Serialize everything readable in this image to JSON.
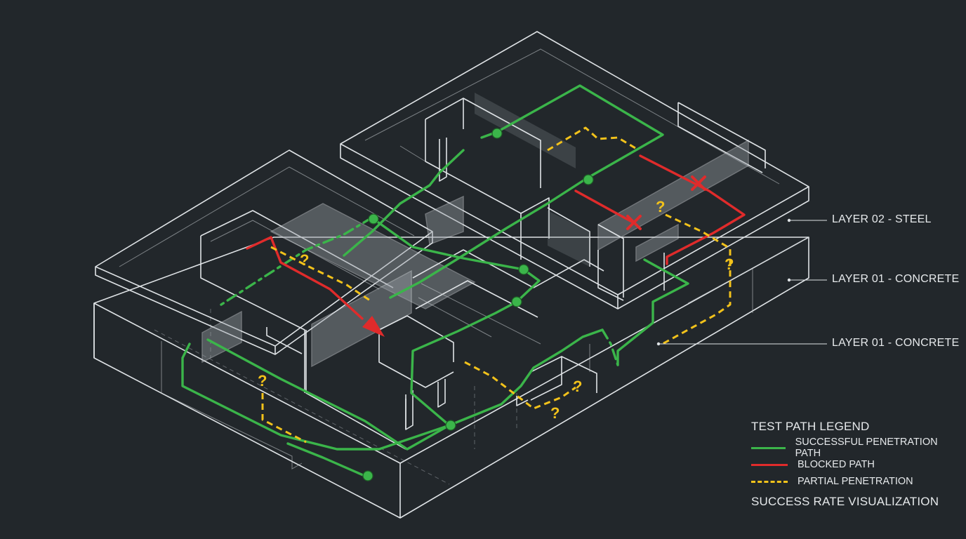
{
  "layers": [
    {
      "label": "LAYER 02 - STEEL"
    },
    {
      "label": "LAYER 01 - CONCRETE"
    },
    {
      "label": "LAYER 01 - CONCRETE"
    }
  ],
  "legend": {
    "title": "TEST PATH LEGEND",
    "items": [
      {
        "label": "SUCCESSFUL PENETRATION PATH",
        "color": "#3bb54a",
        "style": "solid"
      },
      {
        "label": "BLOCKED PATH",
        "color": "#e02b2b",
        "style": "solid"
      },
      {
        "label": "PARTIAL PENETRATION",
        "color": "#f2c21b",
        "style": "dashed"
      }
    ],
    "footer": "SUCCESS RATE VISUALIZATION"
  },
  "markers": {
    "partial_symbol": "?",
    "blocked_symbol": "✕"
  },
  "colors": {
    "background": "#22272b",
    "success": "#3bb54a",
    "blocked": "#e02b2b",
    "partial": "#f2c21b",
    "wireframe": "#dfe3e6"
  }
}
